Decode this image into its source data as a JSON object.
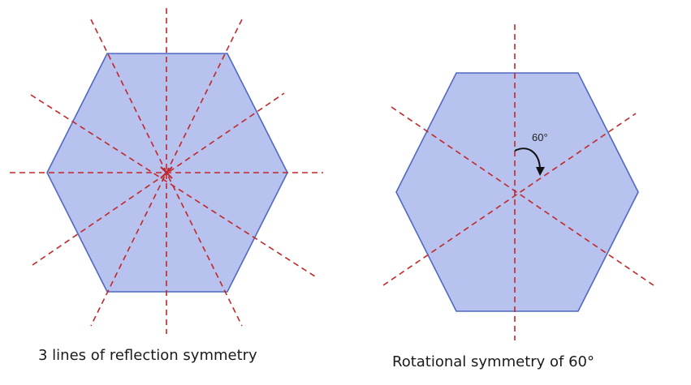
{
  "left_figure": {
    "caption": "3 lines of reflection symmetry",
    "shape": "regular-hexagon",
    "fill_color": "#b8c2ee",
    "line_color": "#c0282a",
    "dashed_line_count": 6
  },
  "right_figure": {
    "caption": "Rotational symmetry of 60°",
    "shape": "regular-hexagon",
    "angle_label": "60°",
    "fill_color": "#b8c2ee",
    "line_color": "#c0282a",
    "dashed_line_count": 3,
    "arrow_icon": "curved-arrow-icon"
  }
}
